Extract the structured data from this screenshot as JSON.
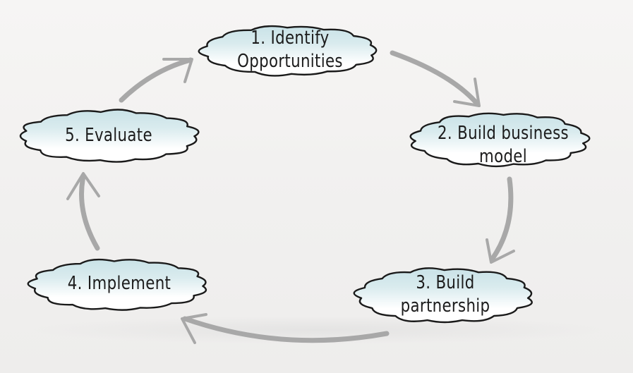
{
  "diagram": {
    "nodes": [
      {
        "id": "step-1",
        "lines": [
          "1. Identify",
          "Opportunities"
        ]
      },
      {
        "id": "step-2",
        "lines": [
          "2. Build business",
          "model"
        ]
      },
      {
        "id": "step-3",
        "lines": [
          "3. Build",
          "partnership"
        ]
      },
      {
        "id": "step-4",
        "lines": [
          "4. Implement"
        ]
      },
      {
        "id": "step-5",
        "lines": [
          "5. Evaluate"
        ]
      }
    ],
    "edges": [
      {
        "from": "step-1",
        "to": "step-2"
      },
      {
        "from": "step-2",
        "to": "step-3"
      },
      {
        "from": "step-3",
        "to": "step-4"
      },
      {
        "from": "step-4",
        "to": "step-5"
      },
      {
        "from": "step-5",
        "to": "step-1"
      }
    ],
    "colors": {
      "cloud_fill_top": "#c9e2e7",
      "cloud_fill_bottom": "#ffffff",
      "cloud_outline": "#1a1a1a",
      "arrow": "#a8a8a8",
      "text": "#1c1c1c"
    }
  }
}
